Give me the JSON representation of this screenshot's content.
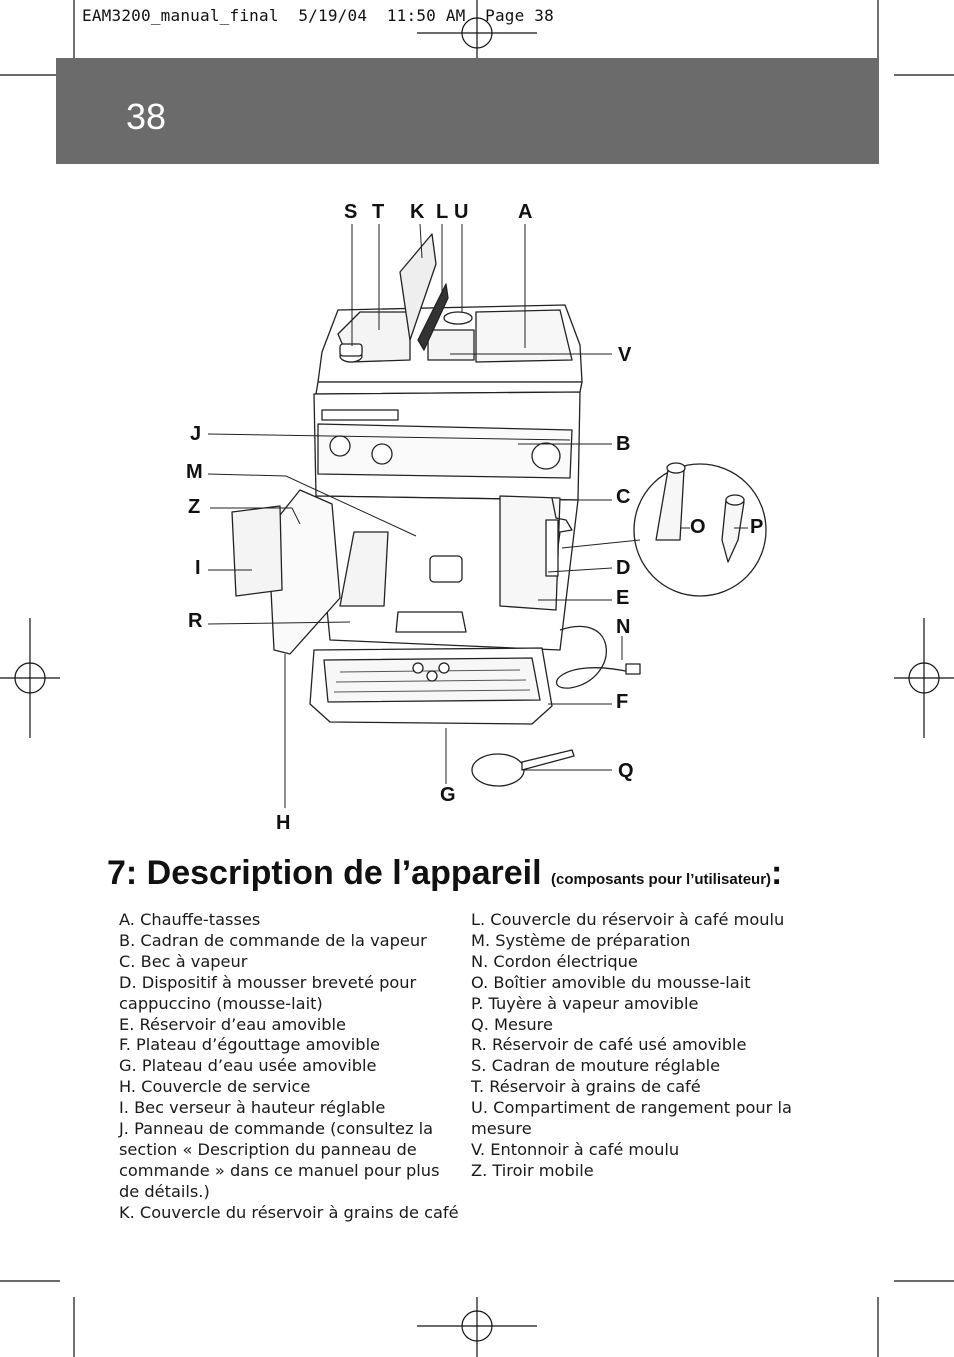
{
  "slug_line": "EAM3200_manual_final  5/19/04  11:50 AM  Page 38",
  "page_number": "38",
  "diagram": {
    "callouts": [
      {
        "id": "S",
        "label": "S"
      },
      {
        "id": "T",
        "label": "T"
      },
      {
        "id": "K",
        "label": "K"
      },
      {
        "id": "L",
        "label": "L"
      },
      {
        "id": "U",
        "label": "U"
      },
      {
        "id": "A",
        "label": "A"
      },
      {
        "id": "V",
        "label": "V"
      },
      {
        "id": "J",
        "label": "J"
      },
      {
        "id": "B",
        "label": "B"
      },
      {
        "id": "M",
        "label": "M"
      },
      {
        "id": "C",
        "label": "C"
      },
      {
        "id": "Z",
        "label": "Z"
      },
      {
        "id": "O",
        "label": "O"
      },
      {
        "id": "P",
        "label": "P"
      },
      {
        "id": "I",
        "label": "I"
      },
      {
        "id": "D",
        "label": "D"
      },
      {
        "id": "E",
        "label": "E"
      },
      {
        "id": "R",
        "label": "R"
      },
      {
        "id": "N",
        "label": "N"
      },
      {
        "id": "F",
        "label": "F"
      },
      {
        "id": "Q",
        "label": "Q"
      },
      {
        "id": "G",
        "label": "G"
      },
      {
        "id": "H",
        "label": "H"
      }
    ]
  },
  "section": {
    "title": "7: Description de l’appareil",
    "subtitle": "(composants pour l’utilisateur)",
    "colon": ":"
  },
  "components_left": [
    "A. Chauffe-tasses",
    "B. Cadran de commande de la vapeur",
    "C. Bec à vapeur",
    "D. Dispositif à mousser breveté pour cappuccino (mousse-lait)",
    "E. Réservoir d’eau amovible",
    "F. Plateau d’égouttage amovible",
    "G. Plateau d’eau usée amovible",
    "H. Couvercle de service",
    "I. Bec verseur à hauteur réglable",
    "J. Panneau de commande (consultez la section « Description du panneau de commande » dans ce manuel pour plus de détails.)",
    "K. Couvercle du réservoir à grains de café"
  ],
  "components_right": [
    "L. Couvercle du réservoir à café moulu",
    "M. Système de préparation",
    "N. Cordon électrique",
    "O. Boîtier amovible du mousse-lait",
    "P. Tuyère à vapeur amovible",
    "Q. Mesure",
    "R. Réservoir de café usé amovible",
    "S. Cadran de mouture réglable",
    "T. Réservoir à grains de café",
    "U. Compartiment de rangement pour la mesure",
    "V. Entonnoir à café moulu",
    "Z. Tiroir mobile"
  ]
}
